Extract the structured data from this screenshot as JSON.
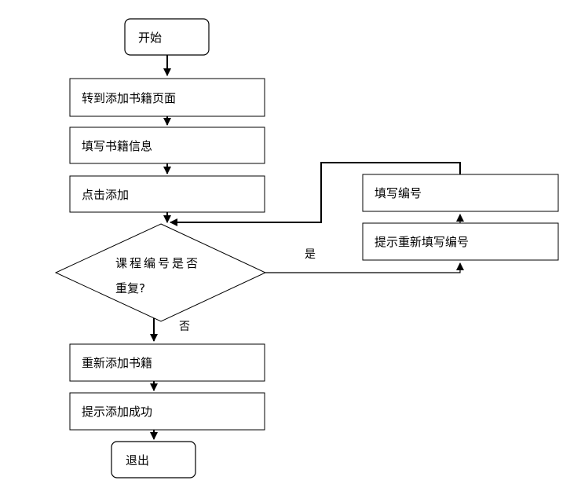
{
  "nodes": {
    "start": "开始",
    "goto_add_page": "转到添加书籍页面",
    "fill_book_info": "填写书籍信息",
    "click_add": "点击添加",
    "decision_line1": "课程编号是否",
    "decision_line2": "重复?",
    "re_add_book": "重新添加书籍",
    "add_success": "提示添加成功",
    "exit": "退出",
    "prompt_refill_id": "提示重新填写编号",
    "fill_id": "填写编号"
  },
  "edge_labels": {
    "yes": "是",
    "no": "否"
  }
}
